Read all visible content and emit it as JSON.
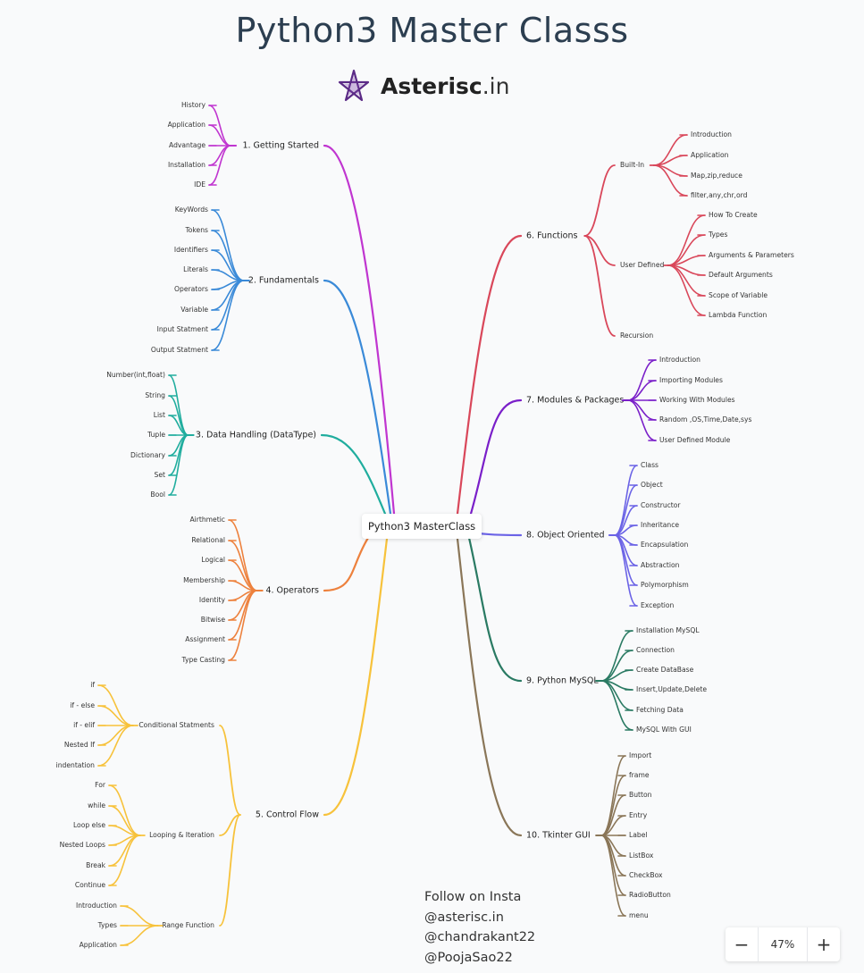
{
  "title": "Python3 Master Classs",
  "logo": {
    "brand": "Asterisc",
    "tld": ".in"
  },
  "root": "Python3 MasterClass",
  "branches": [
    {
      "label": "1. Getting Started",
      "color": "#c035d0",
      "children": [
        {
          "label": "History"
        },
        {
          "label": "Application"
        },
        {
          "label": "Advantage"
        },
        {
          "label": "Installation"
        },
        {
          "label": "IDE"
        }
      ]
    },
    {
      "label": "2. Fundamentals",
      "color": "#3a8ad8",
      "children": [
        {
          "label": "KeyWords"
        },
        {
          "label": "Tokens"
        },
        {
          "label": "Identifiers"
        },
        {
          "label": "Literals"
        },
        {
          "label": "Operators"
        },
        {
          "label": "Variable"
        },
        {
          "label": "Input Statment"
        },
        {
          "label": "Output Statment"
        }
      ]
    },
    {
      "label": "3. Data Handling (DataType)",
      "color": "#20ad9e",
      "children": [
        {
          "label": "Number(int,float)"
        },
        {
          "label": "String"
        },
        {
          "label": "List"
        },
        {
          "label": "Tuple"
        },
        {
          "label": "Dictionary"
        },
        {
          "label": "Set"
        },
        {
          "label": "Bool"
        }
      ]
    },
    {
      "label": "4. Operators",
      "color": "#ed813d",
      "children": [
        {
          "label": "Airthmetic"
        },
        {
          "label": "Relational"
        },
        {
          "label": "Logical"
        },
        {
          "label": "Membership"
        },
        {
          "label": "Identity"
        },
        {
          "label": "Bitwise"
        },
        {
          "label": "Assignment"
        },
        {
          "label": "Type Casting"
        }
      ]
    },
    {
      "label": "5. Control Flow",
      "color": "#f7c23b",
      "children": [
        {
          "label": "Conditional Statments",
          "children": [
            {
              "label": "if"
            },
            {
              "label": "if - else"
            },
            {
              "label": "if - elif"
            },
            {
              "label": "Nested If"
            },
            {
              "label": "indentation"
            }
          ]
        },
        {
          "label": "Looping & Iteration",
          "children": [
            {
              "label": "For"
            },
            {
              "label": "while"
            },
            {
              "label": "Loop else"
            },
            {
              "label": "Nested Loops"
            },
            {
              "label": "Break"
            },
            {
              "label": "Continue"
            }
          ]
        },
        {
          "label": "Range Function",
          "children": [
            {
              "label": "Introduction"
            },
            {
              "label": "Types"
            },
            {
              "label": "Application"
            }
          ]
        }
      ]
    },
    {
      "label": "6. Functions",
      "color": "#d9475a",
      "children": [
        {
          "label": "Built-In",
          "children": [
            {
              "label": "Introduction"
            },
            {
              "label": "Application"
            },
            {
              "label": "Map,zip,reduce"
            },
            {
              "label": "filter,any,chr,ord"
            }
          ]
        },
        {
          "label": "User Defined",
          "children": [
            {
              "label": "How To Create"
            },
            {
              "label": "Types"
            },
            {
              "label": "Arguments & Parameters"
            },
            {
              "label": "Default Arguments"
            },
            {
              "label": "Scope of Variable"
            },
            {
              "label": "Lambda Function"
            }
          ]
        },
        {
          "label": "Recursion"
        }
      ]
    },
    {
      "label": "7. Modules & Packages",
      "color": "#7a1fc9",
      "children": [
        {
          "label": "Introduction"
        },
        {
          "label": "Importing Modules"
        },
        {
          "label": "Working With Modules"
        },
        {
          "label": "Random ,OS,Time,Date,sys"
        },
        {
          "label": "User Defined Module"
        }
      ]
    },
    {
      "label": "8. Object Oriented",
      "color": "#6b63e6",
      "children": [
        {
          "label": "Class"
        },
        {
          "label": "Object"
        },
        {
          "label": "Constructor"
        },
        {
          "label": "Inheritance"
        },
        {
          "label": "Encapsulation"
        },
        {
          "label": "Abstraction"
        },
        {
          "label": "Polymorphism"
        },
        {
          "label": "Exception"
        }
      ]
    },
    {
      "label": "9. Python MySQL",
      "color": "#2a7a63",
      "children": [
        {
          "label": "Installation MySQL"
        },
        {
          "label": "Connection"
        },
        {
          "label": "Create DataBase"
        },
        {
          "label": "Insert,Update,Delete"
        },
        {
          "label": "Fetching Data"
        },
        {
          "label": "MySQL With GUI"
        }
      ]
    },
    {
      "label": "10. Tkinter GUI",
      "color": "#8a7658",
      "children": [
        {
          "label": "Import"
        },
        {
          "label": "frame"
        },
        {
          "label": "Button"
        },
        {
          "label": "Entry"
        },
        {
          "label": "Label"
        },
        {
          "label": "ListBox"
        },
        {
          "label": "CheckBox"
        },
        {
          "label": "RadioButton"
        },
        {
          "label": "menu"
        }
      ]
    }
  ],
  "footer": [
    "Follow on Insta",
    "@asterisc.in",
    "@chandrakant22",
    "@PoojaSao22"
  ],
  "zoom": {
    "minus": "−",
    "value": "47%",
    "plus": "+"
  }
}
